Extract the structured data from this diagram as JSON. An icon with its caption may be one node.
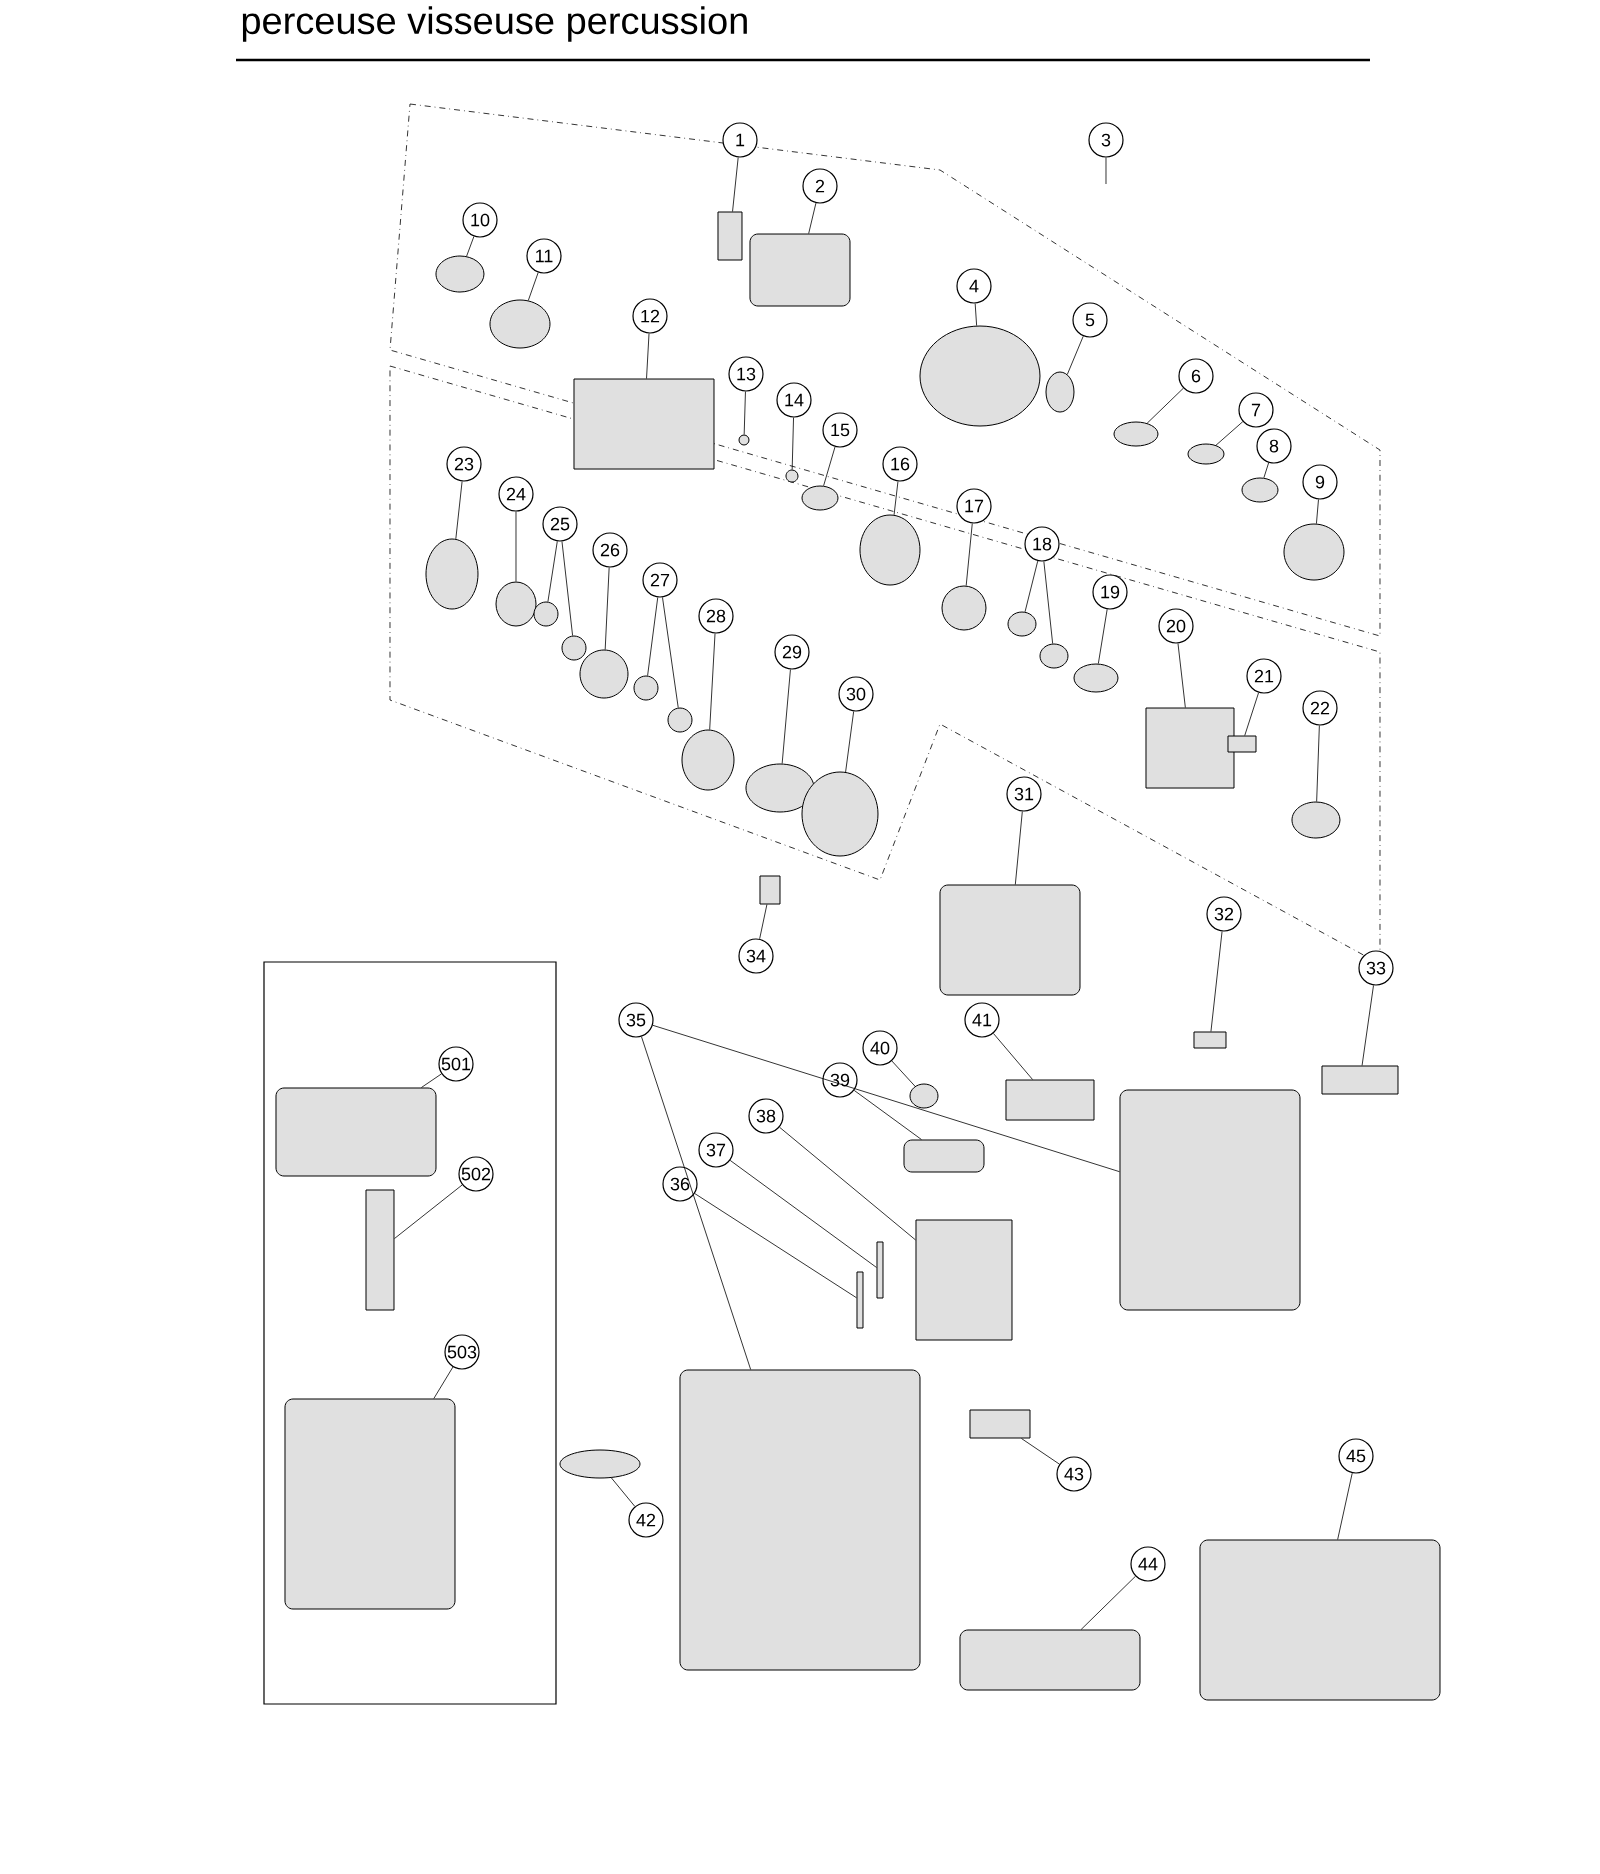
{
  "diagram": {
    "title": "perceuse visseuse percussion",
    "nodes": [
      {
        "text": [],
        "shape": "box"
      },
      {
        "text": [
          "1"
        ]
      },
      {
        "text": [],
        "shape": "box"
      },
      {
        "text": [
          "2"
        ]
      },
      {
        "text": [],
        "shape": "box"
      },
      {
        "text": [
          "3"
        ]
      },
      {
        "text": [
          "4"
        ]
      },
      {
        "text": [],
        "shape": "circle"
      },
      {
        "text": [
          "5"
        ]
      },
      {
        "text": [],
        "shape": "circle"
      },
      {
        "text": [
          "6"
        ]
      },
      {
        "text": [],
        "shape": "circle"
      },
      {
        "text": [
          "7"
        ]
      },
      {
        "text": [],
        "shape": "circle"
      },
      {
        "text": [
          "8"
        ]
      },
      {
        "text": [],
        "shape": "circle"
      },
      {
        "text": [
          "9"
        ]
      },
      {
        "text": [],
        "shape": "circle"
      },
      {
        "text": [
          "10"
        ]
      },
      {
        "text": [],
        "shape": "circle"
      },
      {
        "text": [
          "11"
        ]
      },
      {
        "text": [],
        "shape": "circle"
      },
      {
        "text": [
          "12"
        ]
      },
      {
        "text": [],
        "shape": "box"
      },
      {
        "text": [
          "13"
        ]
      },
      {
        "text": [],
        "shape": "circle"
      },
      {
        "text": [
          "14"
        ]
      },
      {
        "text": [],
        "shape": "circle"
      },
      {
        "text": [
          "15"
        ]
      },
      {
        "text": [],
        "shape": "circle"
      },
      {
        "text": [
          "16"
        ]
      },
      {
        "text": [],
        "shape": "circle"
      },
      {
        "text": [
          "17"
        ]
      },
      {
        "text": [],
        "shape": "circle"
      },
      {
        "text": [
          "18"
        ]
      },
      {
        "text": [],
        "shape": "circle"
      },
      {
        "text": [],
        "shape": "circle"
      },
      {
        "text": [
          "19"
        ]
      },
      {
        "text": [],
        "shape": "circle"
      },
      {
        "text": [
          "20"
        ]
      },
      {
        "text": [],
        "shape": "box"
      },
      {
        "text": [
          "21"
        ]
      },
      {
        "text": [],
        "shape": "box"
      },
      {
        "text": [
          "22"
        ]
      },
      {
        "text": [],
        "shape": "circle"
      },
      {
        "text": [
          "23"
        ]
      },
      {
        "text": [],
        "shape": "circle"
      },
      {
        "text": [
          "24"
        ]
      },
      {
        "text": [],
        "shape": "circle"
      },
      {
        "text": [
          "25"
        ]
      },
      {
        "text": [],
        "shape": "circle"
      },
      {
        "text": [],
        "shape": "circle"
      },
      {
        "text": [
          "26"
        ]
      },
      {
        "text": [],
        "shape": "circle"
      },
      {
        "text": [
          "27"
        ]
      },
      {
        "text": [],
        "shape": "circle"
      },
      {
        "text": [],
        "shape": "circle"
      },
      {
        "text": [
          "28"
        ]
      },
      {
        "text": [],
        "shape": "circle"
      },
      {
        "text": [
          "29"
        ]
      },
      {
        "text": [],
        "shape": "circle"
      },
      {
        "text": [
          "30"
        ]
      },
      {
        "text": [],
        "shape": "circle"
      },
      {
        "text": [
          "31"
        ]
      },
      {
        "text": [],
        "shape": "box"
      },
      {
        "text": [
          "32"
        ]
      },
      {
        "text": [],
        "shape": "box"
      },
      {
        "text": [
          "33"
        ]
      },
      {
        "text": [],
        "shape": "box"
      },
      {
        "text": [
          "34"
        ]
      },
      {
        "text": [],
        "shape": "box"
      },
      {
        "text": [
          "35"
        ]
      },
      {
        "text": [],
        "shape": "box"
      },
      {
        "text": [],
        "shape": "box"
      },
      {
        "text": [
          "36"
        ]
      },
      {
        "text": [],
        "shape": "box"
      },
      {
        "text": [
          "37"
        ]
      },
      {
        "text": [],
        "shape": "box"
      },
      {
        "text": [
          "38"
        ]
      },
      {
        "text": [],
        "shape": "box"
      },
      {
        "text": [
          "39"
        ]
      },
      {
        "text": [],
        "shape": "box"
      },
      {
        "text": [
          "40"
        ]
      },
      {
        "text": [],
        "shape": "circle"
      },
      {
        "text": [
          "41"
        ]
      },
      {
        "text": [],
        "shape": "box"
      },
      {
        "text": [
          "42"
        ]
      },
      {
        "text": [],
        "shape": "circle"
      },
      {
        "text": [
          "43"
        ]
      },
      {
        "text": [],
        "shape": "box"
      },
      {
        "text": [
          "44"
        ]
      },
      {
        "text": [],
        "shape": "box"
      },
      {
        "text": [
          "45"
        ]
      },
      {
        "text": [],
        "shape": "box"
      },
      {
        "text": [
          "501"
        ],
        "in": 0
      },
      {
        "text": [],
        "shape": "box",
        "in": 0
      },
      {
        "text": [
          "502"
        ],
        "in": 0
      },
      {
        "text": [],
        "shape": "box",
        "in": 0
      },
      {
        "text": [
          "503"
        ],
        "in": 0
      },
      {
        "text": [],
        "shape": "box",
        "in": 0
      }
    ],
    "edges": [
      {
        "from": 1,
        "to": 2,
        "arrow": "none"
      },
      {
        "from": 3,
        "to": 4,
        "arrow": "none"
      },
      {
        "from": 5,
        "to": null,
        "arrow": "none"
      },
      {
        "from": 6,
        "to": 7,
        "arrow": "none"
      },
      {
        "from": 8,
        "to": 9,
        "arrow": "none"
      },
      {
        "from": 10,
        "to": 11,
        "arrow": "none"
      },
      {
        "from": 12,
        "to": 13,
        "arrow": "none"
      },
      {
        "from": 14,
        "to": 15,
        "arrow": "none"
      },
      {
        "from": 16,
        "to": 17,
        "arrow": "none"
      },
      {
        "from": 18,
        "to": 19,
        "arrow": "none"
      },
      {
        "from": 20,
        "to": 21,
        "arrow": "none"
      },
      {
        "from": 22,
        "to": 23,
        "arrow": "none"
      },
      {
        "from": 24,
        "to": 25,
        "arrow": "none"
      },
      {
        "from": 26,
        "to": 27,
        "arrow": "none"
      },
      {
        "from": 28,
        "to": 29,
        "arrow": "none"
      },
      {
        "from": 30,
        "to": 31,
        "arrow": "none"
      },
      {
        "from": 32,
        "to": 33,
        "arrow": "none"
      },
      {
        "from": 34,
        "to": 35,
        "arrow": "none"
      },
      {
        "from": 34,
        "to": 36,
        "arrow": "none"
      },
      {
        "from": 37,
        "to": 38,
        "arrow": "none"
      },
      {
        "from": 39,
        "to": 40,
        "arrow": "none"
      },
      {
        "from": 41,
        "to": 42,
        "arrow": "none"
      },
      {
        "from": 43,
        "to": 44,
        "arrow": "none"
      },
      {
        "from": 45,
        "to": 46,
        "arrow": "none"
      },
      {
        "from": 47,
        "to": 48,
        "arrow": "none"
      },
      {
        "from": 49,
        "to": 50,
        "arrow": "none"
      },
      {
        "from": 49,
        "to": 51,
        "arrow": "none"
      },
      {
        "from": 52,
        "to": 53,
        "arrow": "none"
      },
      {
        "from": 54,
        "to": 55,
        "arrow": "none"
      },
      {
        "from": 54,
        "to": 56,
        "arrow": "none"
      },
      {
        "from": 57,
        "to": 58,
        "arrow": "none"
      },
      {
        "from": 59,
        "to": 60,
        "arrow": "none"
      },
      {
        "from": 61,
        "to": 62,
        "arrow": "none"
      },
      {
        "from": 63,
        "to": 64,
        "arrow": "none"
      },
      {
        "from": 65,
        "to": 66,
        "arrow": "none"
      },
      {
        "from": 67,
        "to": 68,
        "arrow": "none"
      },
      {
        "from": 69,
        "to": 70,
        "arrow": "none"
      },
      {
        "from": 71,
        "to": 72,
        "arrow": "none"
      },
      {
        "from": 71,
        "to": 73,
        "arrow": "none"
      },
      {
        "from": 74,
        "to": 75,
        "arrow": "none"
      },
      {
        "from": 76,
        "to": 77,
        "arrow": "none"
      },
      {
        "from": 78,
        "to": 79,
        "arrow": "none"
      },
      {
        "from": 80,
        "to": 81,
        "arrow": "none"
      },
      {
        "from": 82,
        "to": 83,
        "arrow": "none"
      },
      {
        "from": 84,
        "to": 85,
        "arrow": "none"
      },
      {
        "from": 86,
        "to": 87,
        "arrow": "none"
      },
      {
        "from": 88,
        "to": 89,
        "arrow": "none"
      },
      {
        "from": 90,
        "to": 91,
        "arrow": "none"
      },
      {
        "from": 92,
        "to": 93,
        "arrow": "none"
      },
      {
        "from": 94,
        "to": 95,
        "arrow": "none"
      },
      {
        "from": 96,
        "to": 97,
        "arrow": "none"
      },
      {
        "from": 98,
        "to": 99,
        "arrow": "none"
      }
    ]
  }
}
